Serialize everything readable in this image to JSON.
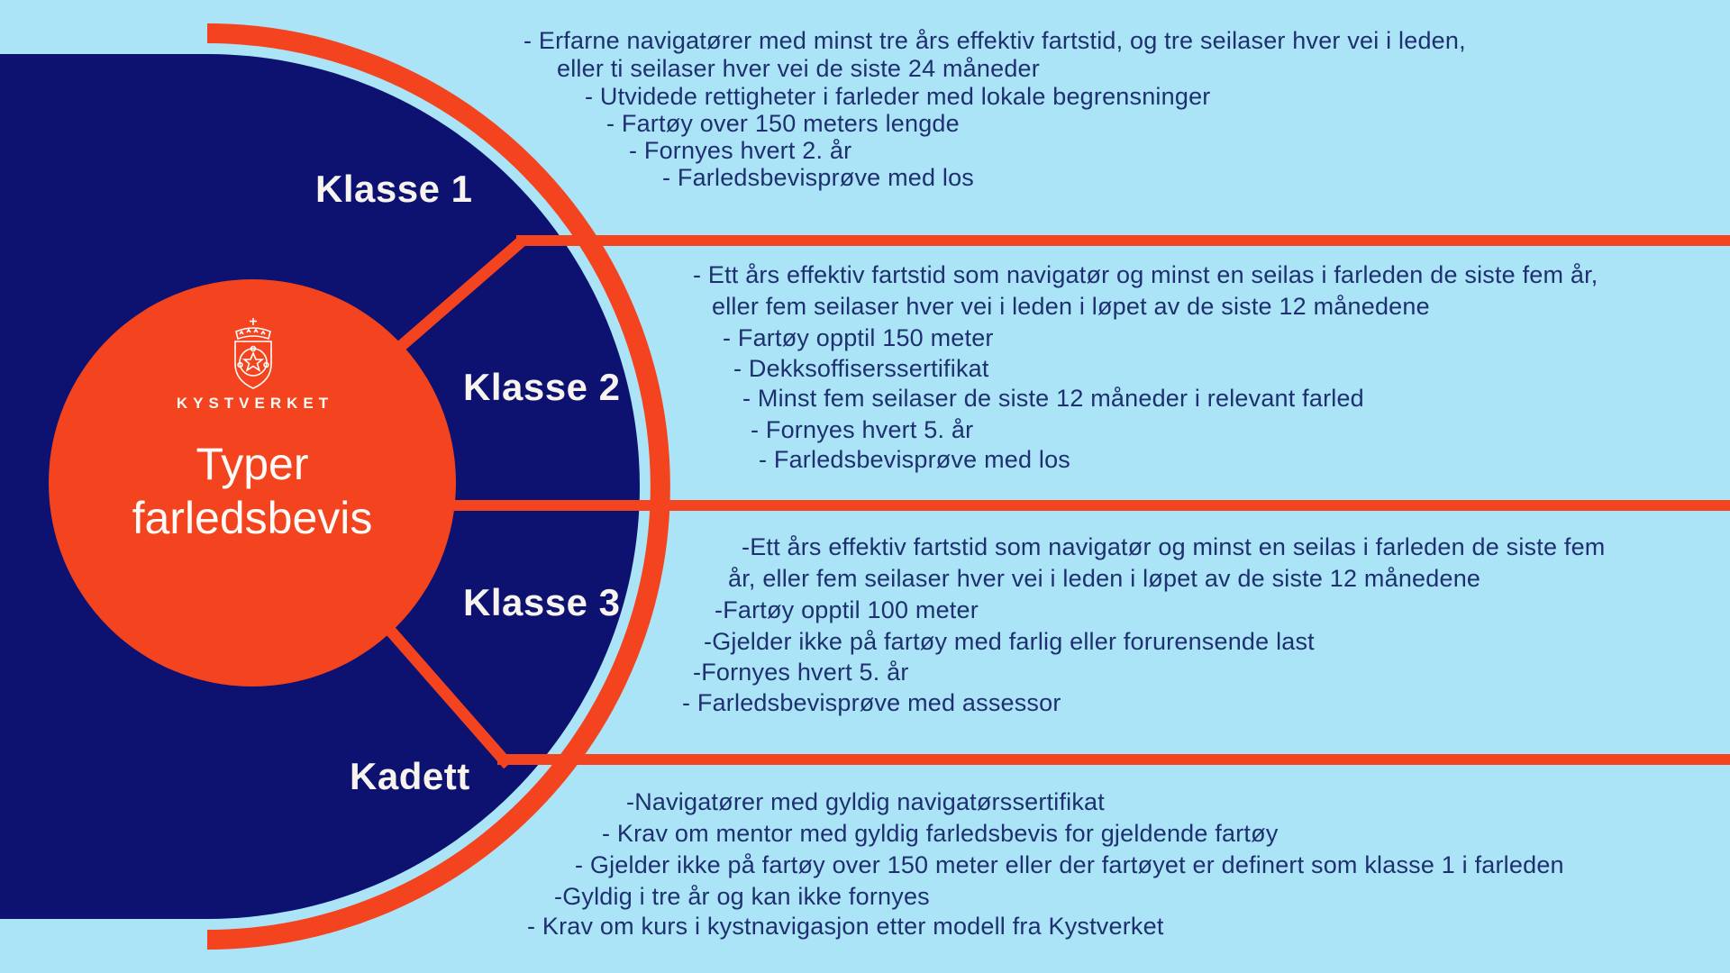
{
  "colors": {
    "background_light_blue": "#abe4f7",
    "navy": "#0d1170",
    "orange": "#f4441f",
    "body_text_blue": "#1e306f",
    "label_white": "#f7f3ee"
  },
  "center": {
    "brand": "KYSTVERKET",
    "title_line1": "Typer",
    "title_line2": "farledsbevis"
  },
  "sections": [
    {
      "label": "Klasse 1",
      "items": [
        "- Erfarne navigatører med minst tre års effektiv fartstid, og tre seilaser hver vei i leden,",
        "eller ti seilaser hver vei de siste 24 måneder",
        "- Utvidede rettigheter i farleder med lokale begrensninger",
        "- Fartøy over 150 meters lengde",
        "- Fornyes hvert 2. år",
        "- Farledsbevisprøve med los"
      ]
    },
    {
      "label": "Klasse 2",
      "items": [
        "- Ett års effektiv fartstid som navigatør og minst en seilas i farleden de siste fem år,",
        "eller fem seilaser hver vei i leden i løpet av de siste 12 månedene",
        "- Fartøy opptil 150 meter",
        "- Dekksoffiserssertifikat",
        "- Minst fem seilaser de siste 12 måneder i relevant farled",
        "- Fornyes hvert 5. år",
        "- Farledsbevisprøve med los"
      ]
    },
    {
      "label": "Klasse 3",
      "items": [
        "-Ett års effektiv fartstid som navigatør og minst en seilas i farleden de siste fem",
        "år, eller fem seilaser hver vei i leden i løpet av de siste 12 månedene",
        "-Fartøy opptil 100 meter",
        "-Gjelder ikke på fartøy med farlig eller forurensende last",
        "-Fornyes hvert 5. år",
        "- Farledsbevisprøve med assessor"
      ]
    },
    {
      "label": "Kadett",
      "items": [
        "-Navigatører med gyldig navigatørssertifikat",
        "- Krav om mentor med gyldig farledsbevis for gjeldende fartøy",
        "- Gjelder ikke på fartøy over 150 meter eller der fartøyet er definert som klasse 1 i farleden",
        "-Gyldig i tre år og kan ikke fornyes",
        "- Krav om kurs i kystnavigasjon etter modell fra Kystverket"
      ]
    }
  ]
}
